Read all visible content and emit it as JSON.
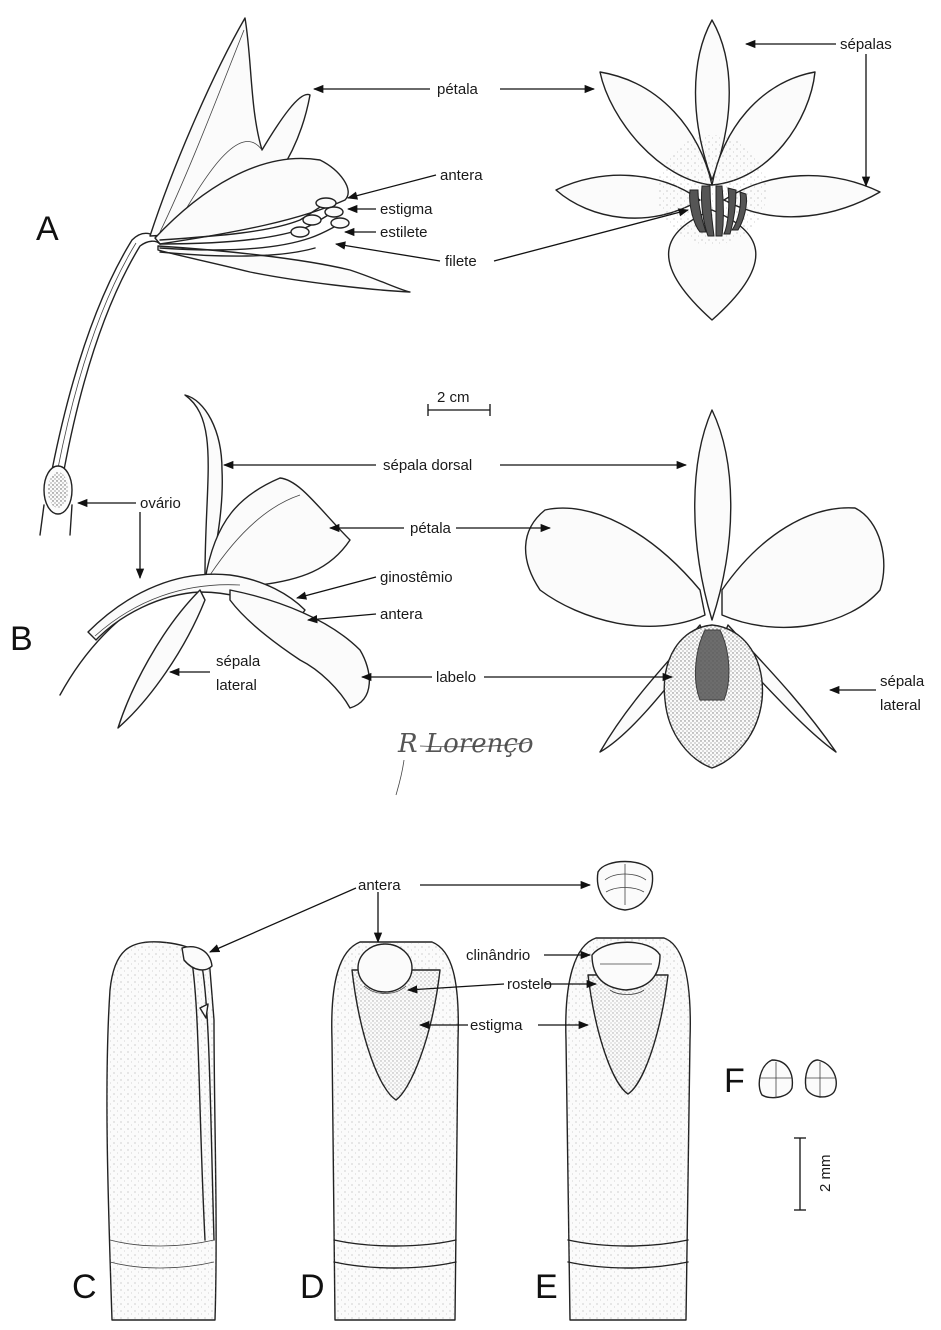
{
  "panels": {
    "a": "A",
    "b": "B",
    "c": "C",
    "d": "D",
    "e": "E",
    "f": "F"
  },
  "scale_bars": {
    "top": "2 cm",
    "bottom": "2 mm"
  },
  "labels_a": {
    "petala": "pétala",
    "sepalas": "sépalas",
    "antera": "antera",
    "estigma": "estigma",
    "estilete": "estilete",
    "filete": "filete",
    "ovario": "ovário"
  },
  "labels_b": {
    "sepala_dorsal": "sépala dorsal",
    "petala": "pétala",
    "ginostemio": "ginostêmio",
    "antera": "antera",
    "sepala_lateral_left_1": "sépala",
    "sepala_lateral_left_2": "lateral",
    "labelo": "labelo",
    "sepala_lateral_right_1": "sépala",
    "sepala_lateral_right_2": "lateral"
  },
  "labels_cde": {
    "antera": "antera",
    "clinandrio": "clinândrio",
    "rostelo": "rostelo",
    "estigma": "estigma"
  },
  "signature": "R Lorenço"
}
